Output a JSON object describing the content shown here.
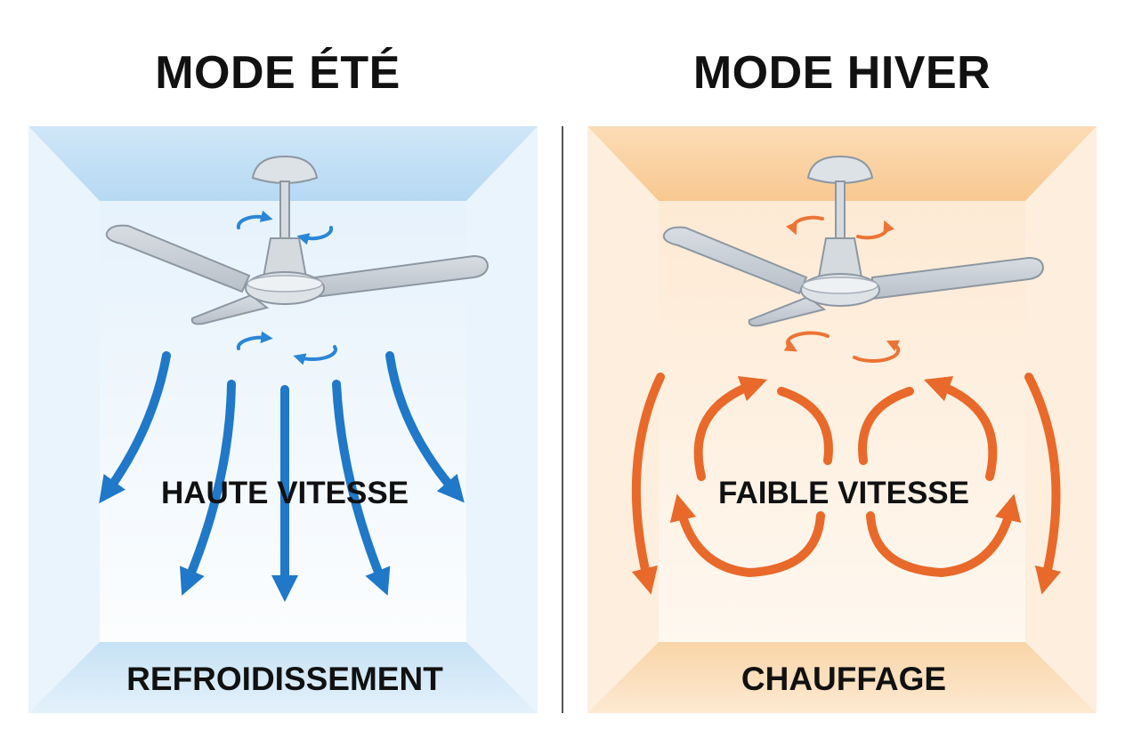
{
  "summer": {
    "title": "MODE ÉTÉ",
    "speed_label": "HAUTE VITESSE",
    "effect_label": "REFROIDISSEMENT",
    "accent_color": "#1f78c8"
  },
  "winter": {
    "title": "MODE HIVER",
    "speed_label": "FAIBLE VITESSE",
    "effect_label": "CHAUFFAGE",
    "accent_color": "#e8692a"
  }
}
